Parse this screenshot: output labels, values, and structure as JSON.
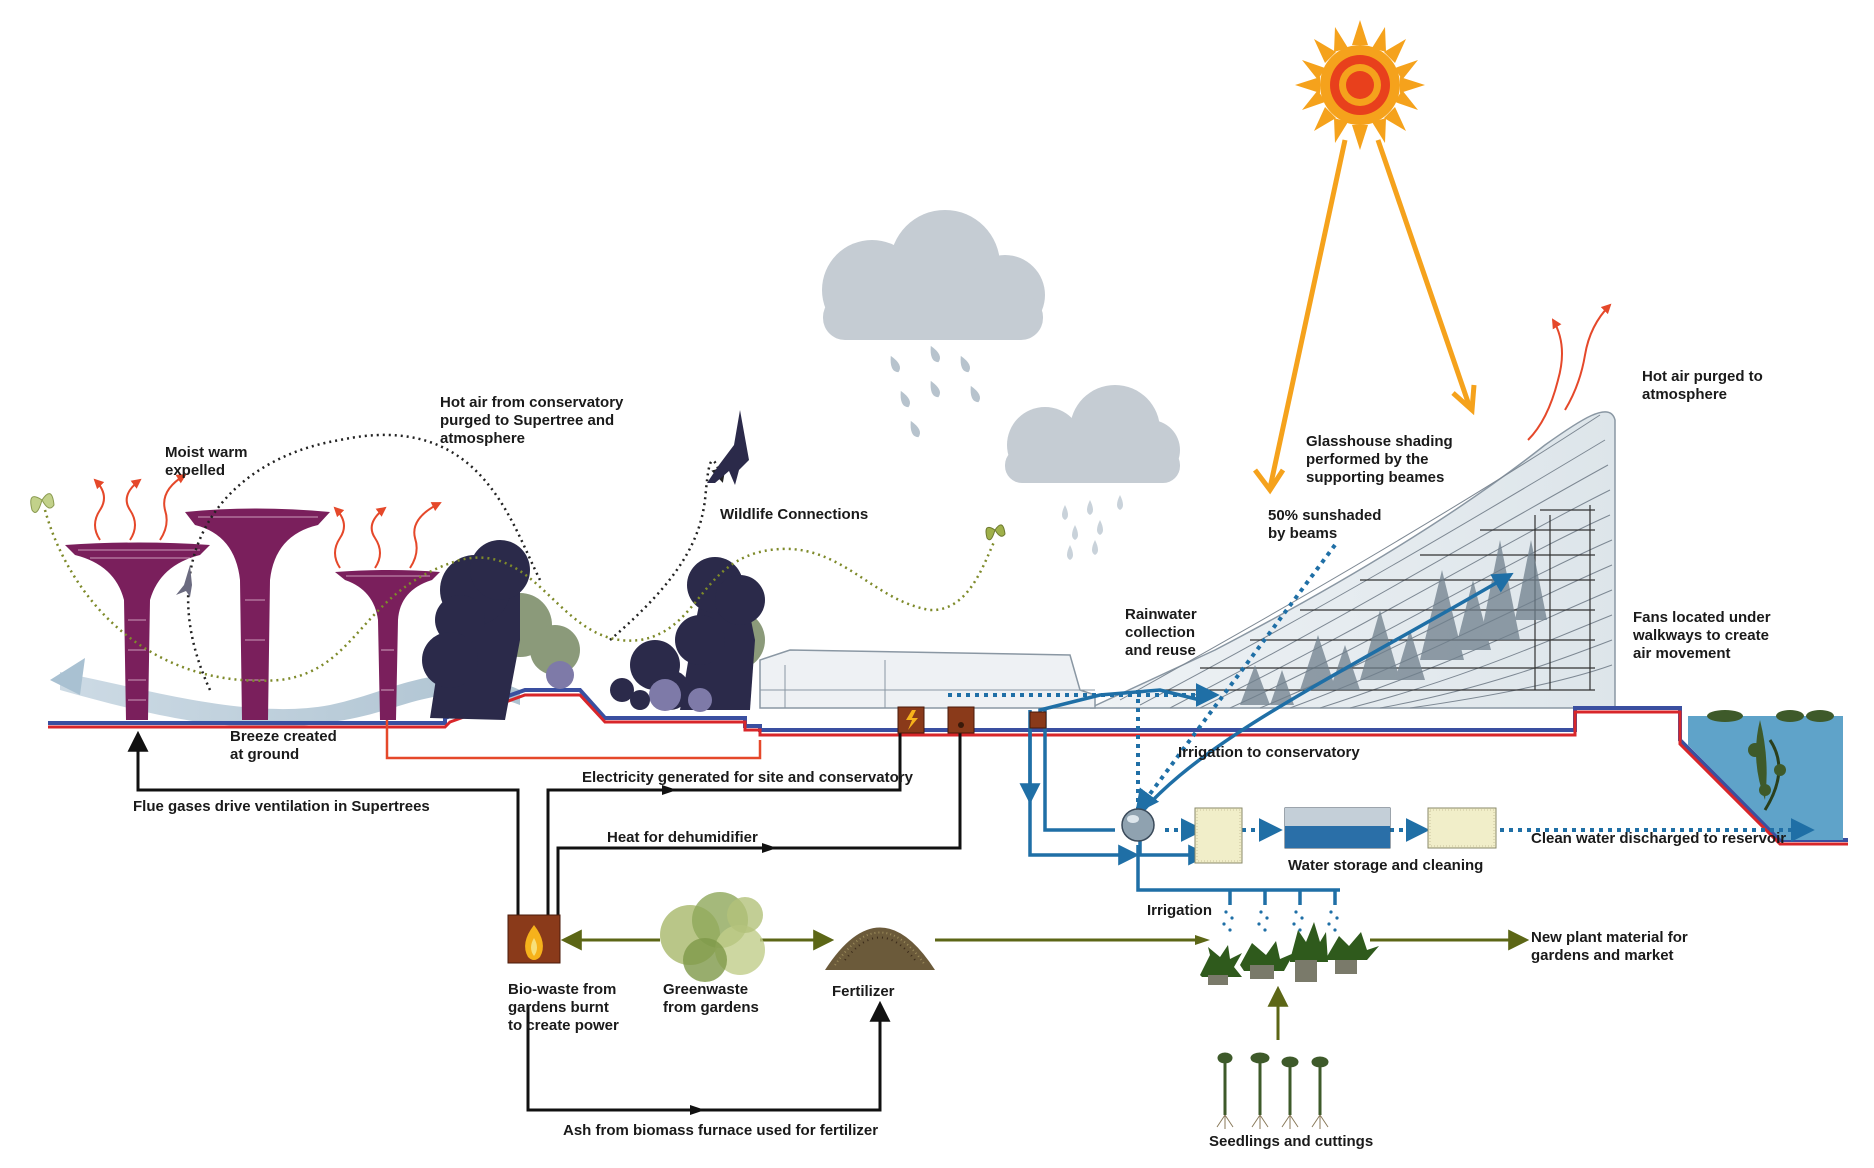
{
  "labels": {
    "moist_warm": "Moist warm\nexpelled",
    "hot_air_conservatory": "Hot air from conservatory\npurged to Supertree and\natmosphere",
    "wildlife": "Wildlife Connections",
    "breeze": "Breeze created\nat ground",
    "flue_gases": "Flue gases drive ventilation in Supertrees",
    "electricity": "Electricity generated for site and conservatory",
    "heat_dehumidifier": "Heat for dehumidifier",
    "biowaste": "Bio-waste from\ngardens burnt\nto create power",
    "greenwaste": "Greenwaste\nfrom gardens",
    "fertilizer": "Fertilizer",
    "ash": "Ash from biomass furnace used for fertilizer",
    "glasshouse_shading": "Glasshouse shading\nperformed by the\nsupporting beames",
    "sunshaded": "50% sunshaded\nby beams",
    "hot_air_purged": "Hot air purged to\natmosphere",
    "rainwater": "Rainwater\ncollection\nand reuse",
    "fans": "Fans located under\nwalkways to create\nair movement",
    "irrigation_conservatory": "Irrigation to conservatory",
    "water_storage": "Water storage and cleaning",
    "clean_water": "Clean water discharged to reservoir",
    "irrigation": "Irrigation",
    "new_plant": "New plant material for\ngardens and market",
    "seedlings": "Seedlings and cuttings"
  },
  "colors": {
    "supertree": "#7a1f5c",
    "heat_arrow": "#e5482a",
    "cloud": "#c5ccd3",
    "rain": "#b7c3cd",
    "sun": "#f5a21c",
    "sun_core": "#e8401c",
    "water_flow": "#1f6fa6",
    "ground_red": "#d8262a",
    "ground_blue": "#3a4fa0",
    "energy_line": "#111111",
    "organic_line": "#5c6616",
    "butterfly_path": "#7e8a2a",
    "reservoir": "#5fa3c9",
    "foliage_dark": "#2b2a4a",
    "foliage_light": "#8b9a7a"
  },
  "icons": [
    "sun-icon",
    "cloud-icon",
    "bird-icon",
    "butterfly-icon",
    "fire-icon",
    "lightning-icon",
    "plant-icon",
    "seedling-icon",
    "filter-icon",
    "tank-icon",
    "pump-icon"
  ]
}
